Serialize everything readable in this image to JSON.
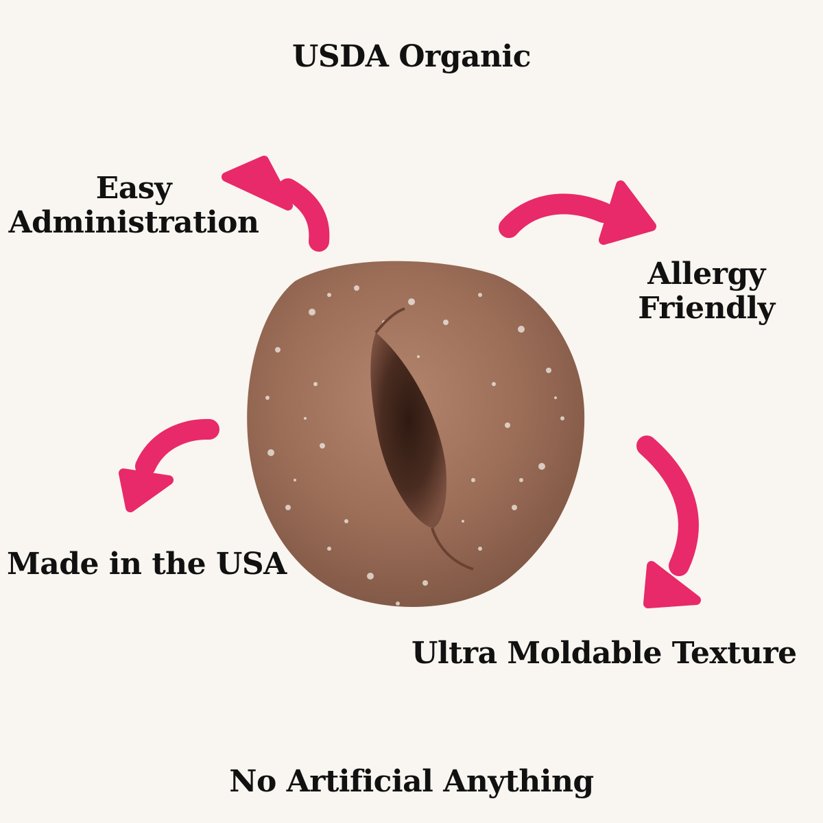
{
  "features": {
    "usda": "USDA Organic",
    "easy_line1": "Easy",
    "easy_line2": "Administration",
    "allergy_line1": "Allergy",
    "allergy_line2": "Friendly",
    "usa": "Made in the USA",
    "moldable": "Ultra Moldable Texture",
    "no_artificial": "No Artificial Anything"
  },
  "colors": {
    "background": "#f9f5f0",
    "arrow": "#e8296a",
    "text": "#111111",
    "product": "#9c6e58"
  },
  "icons": {
    "arrows": [
      "curved-arrow-icon",
      "curved-arrow-icon",
      "curved-arrow-icon",
      "curved-arrow-icon"
    ],
    "product": "pill-pocket-treat-image"
  }
}
